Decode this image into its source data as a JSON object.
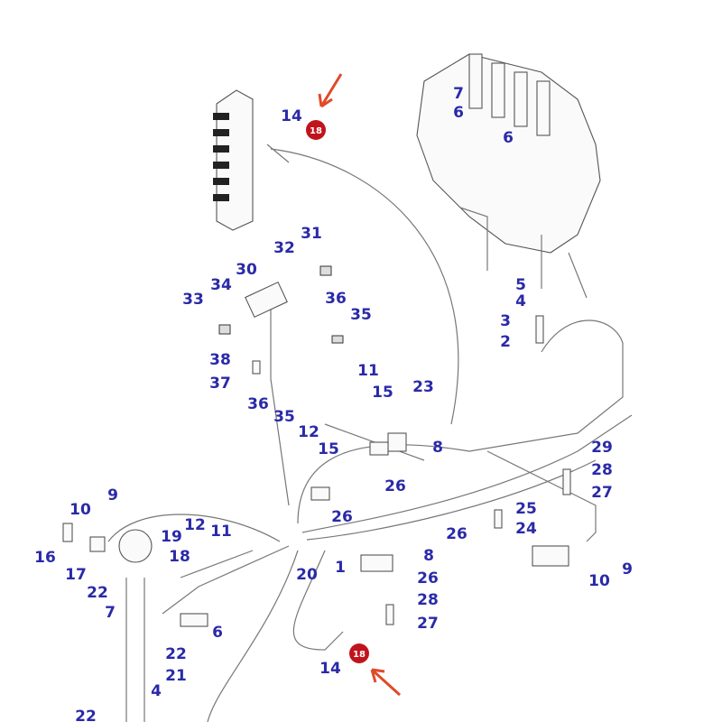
{
  "diagram": {
    "callouts": [
      "14",
      "7",
      "6",
      "6",
      "31",
      "32",
      "30",
      "34",
      "33",
      "36",
      "35",
      "5",
      "4",
      "3",
      "2",
      "38",
      "37",
      "11",
      "15",
      "23",
      "36",
      "35",
      "12",
      "15",
      "8",
      "29",
      "28",
      "27",
      "26",
      "26",
      "25",
      "24",
      "26",
      "9",
      "10",
      "19",
      "12",
      "11",
      "16",
      "18",
      "17",
      "8",
      "20",
      "1",
      "26",
      "9",
      "10",
      "22",
      "7",
      "28",
      "6",
      "27",
      "22",
      "21",
      "14",
      "4",
      "22"
    ],
    "highlight_badge_text": "18",
    "colors": {
      "callout": "#2a2aa8",
      "highlight": "#c0141c",
      "arrow": "#e04a2a"
    }
  }
}
